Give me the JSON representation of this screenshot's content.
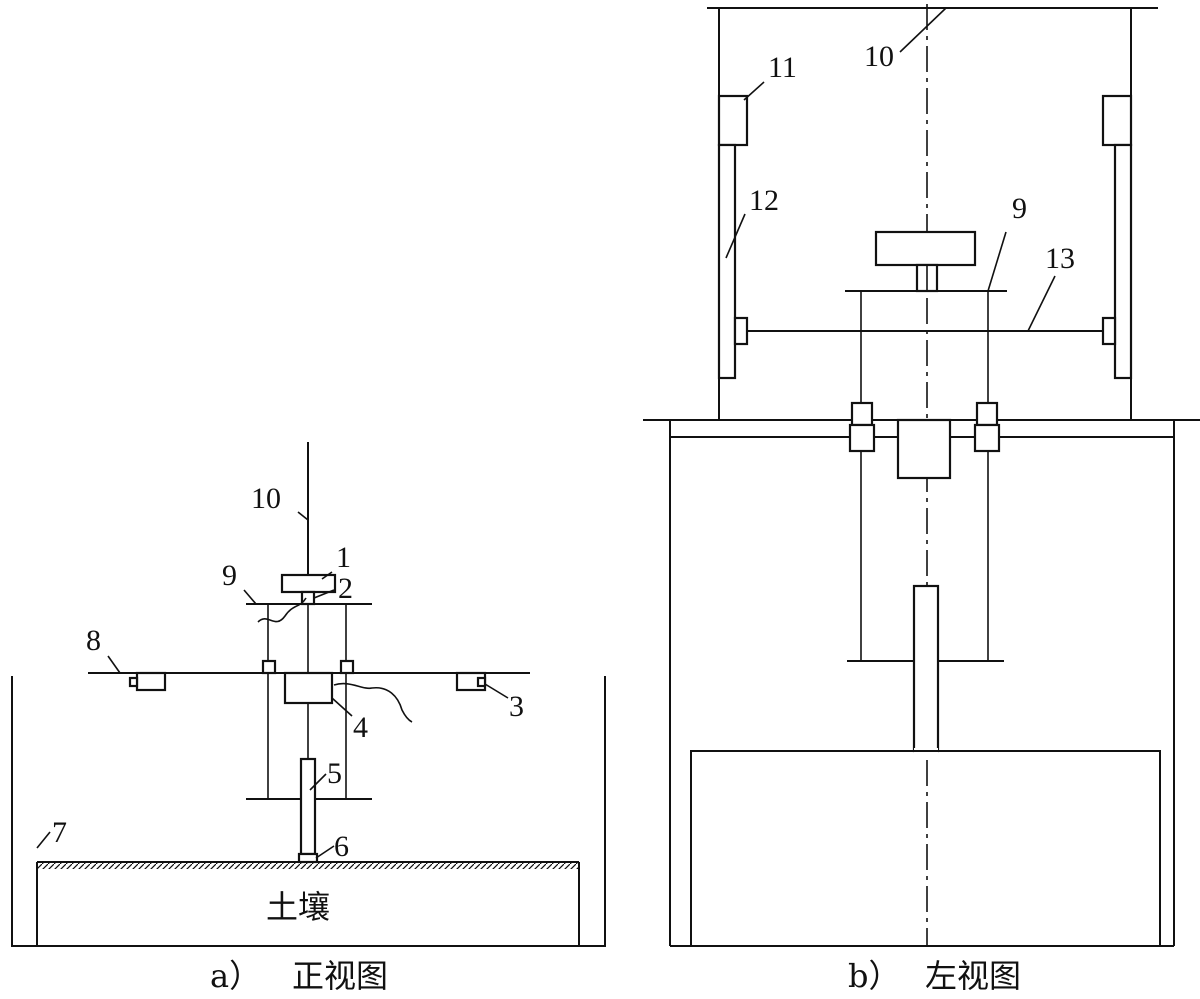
{
  "front_view": {
    "caption_letter": "a）",
    "caption_title": "正视图",
    "soil_label": "土壤",
    "callouts": [
      "1",
      "2",
      "3",
      "4",
      "5",
      "6",
      "7",
      "8",
      "9",
      "10"
    ]
  },
  "side_view": {
    "caption_letter": "b）",
    "caption_title": "左视图",
    "callouts": [
      "9",
      "10",
      "11",
      "12",
      "13"
    ]
  }
}
